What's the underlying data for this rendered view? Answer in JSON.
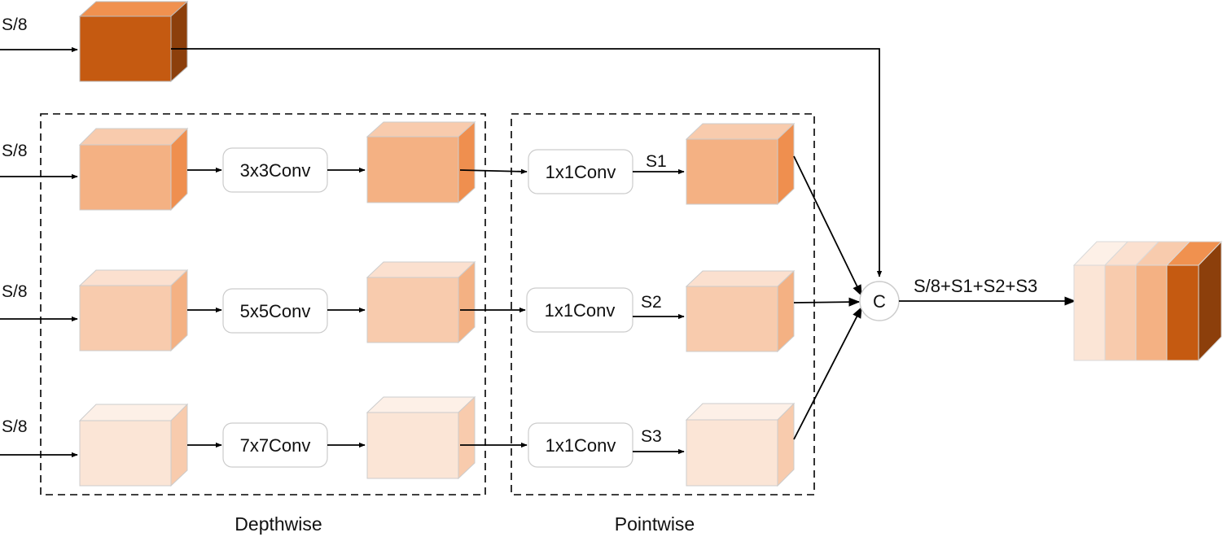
{
  "inputs": [
    "S/8",
    "S/8",
    "S/8",
    "S/8"
  ],
  "convs": [
    "3x3Conv",
    "5x5Conv",
    "7x7Conv"
  ],
  "pointwise_convs": [
    "1x1Conv",
    "1x1Conv",
    "1x1Conv"
  ],
  "scale_labels": [
    "S1",
    "S2",
    "S3"
  ],
  "concat_label": "C",
  "output_label": "S/8+S1+S2+S3",
  "section_labels": {
    "depthwise": "Depthwise",
    "pointwise": "Pointwise"
  },
  "colors": {
    "dark_front": "#c55a11",
    "dark_top": "#f0914f",
    "dark_side": "#8c3f0b",
    "row1_front": "#f4b183",
    "row1_top": "#f8cbad",
    "row1_side": "#ef8f4f",
    "row2_front": "#f8cbad",
    "row2_top": "#fbe0cf",
    "row2_side": "#f4b183",
    "row3_front": "#fbe5d6",
    "row3_top": "#fdf0e7",
    "row3_side": "#f8cbad"
  }
}
